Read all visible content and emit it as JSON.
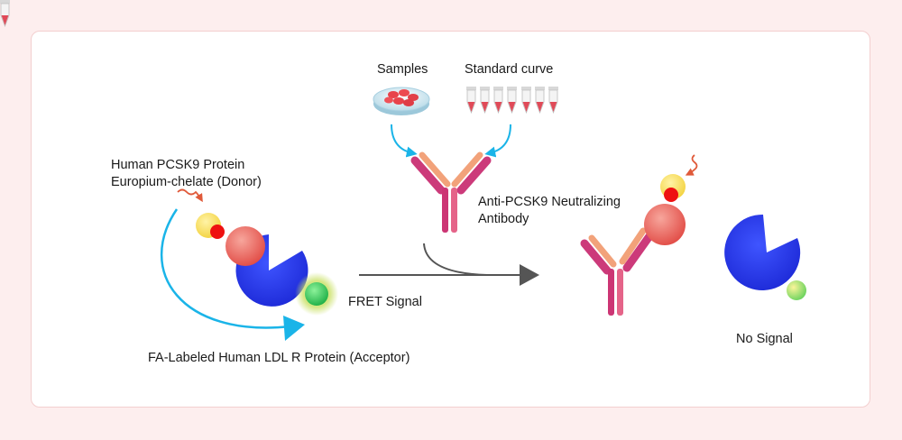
{
  "labels": {
    "samples": "Samples",
    "standard_curve": "Standard curve",
    "donor_line1": "Human PCSK9 Protein",
    "donor_line2": "Europium-chelate (Donor)",
    "antibody_line1": "Anti-PCSK9 Neutralizing",
    "antibody_line2": "Antibody",
    "fret_signal": "FRET Signal",
    "acceptor": "FA-Labeled Human LDL R Protein (Acceptor)",
    "no_signal": "No Signal"
  },
  "colors": {
    "background": "#fdeeee",
    "card_border": "#f3cfcf",
    "blue_pacman": "#2233e6",
    "pcsk9_red": "#ee5a50",
    "europium_yellow": "#f8de55",
    "europium_core": "#ee1111",
    "acceptor_green": "#33cc55",
    "glow": "#d8ec80",
    "cyan_arrow": "#1ab4e8",
    "gray_arrow": "#555555",
    "antibody_magenta": "#cc3377",
    "antibody_peach": "#f3a07a"
  },
  "icons": {
    "samples": "petri-dish-icon",
    "standard_curve": "tube-row-icon",
    "excitation": "squiggle-arrow-icon"
  }
}
